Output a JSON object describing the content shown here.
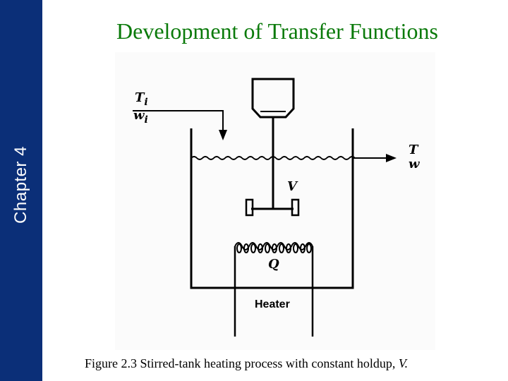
{
  "sidebar": {
    "label": "Chapter 4"
  },
  "slide": {
    "title": "Development of Transfer Functions"
  },
  "diagram": {
    "labels": {
      "inlet_temp": "T",
      "inlet_temp_sub": "i",
      "inlet_flow": "w",
      "inlet_flow_sub": "i",
      "outlet_temp": "T",
      "outlet_flow": "w",
      "volume": "V",
      "heat": "Q",
      "heater": "Heater"
    }
  },
  "caption": {
    "text": "Figure 2.3 Stirred-tank heating process with constant holdup, ",
    "variable": "V."
  },
  "colors": {
    "sidebar": "#0b2f78",
    "title": "#0a7a0a"
  }
}
